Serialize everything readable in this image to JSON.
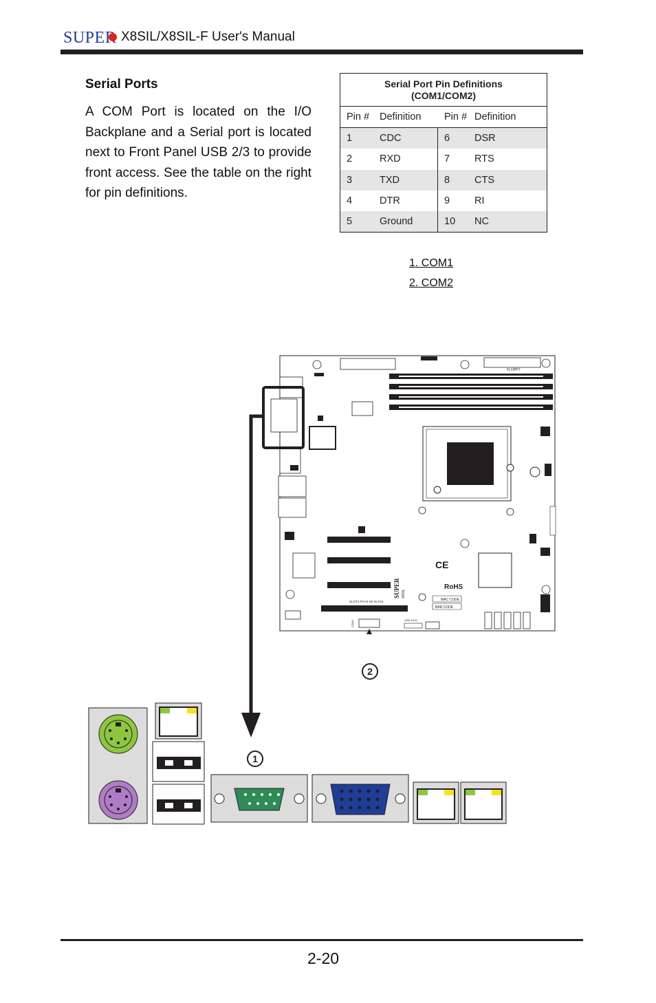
{
  "header": {
    "brand": "SUPER",
    "model_title": "X8SIL/X8SIL-F User's Manual"
  },
  "section": {
    "title": "Serial Ports",
    "paragraph": "A COM Port is located on the I/O Backplane and a Serial port is located next to Front Panel USB 2/3 to provide front access. See the table on the right for pin definitions."
  },
  "pin_table": {
    "caption_line1": "Serial Port Pin Definitions",
    "caption_line2": "(COM1/COM2)",
    "headers": [
      "Pin #",
      "Definition",
      "Pin #",
      "Definition"
    ],
    "rows": [
      [
        "1",
        "CDC",
        "6",
        "DSR"
      ],
      [
        "2",
        "RXD",
        "7",
        "RTS"
      ],
      [
        "3",
        "TXD",
        "8",
        "CTS"
      ],
      [
        "4",
        "DTR",
        "9",
        "RI"
      ],
      [
        "5",
        "Ground",
        "10",
        "NC"
      ]
    ]
  },
  "legend": {
    "items": [
      "1. COM1",
      "2. COM2"
    ]
  },
  "callouts": {
    "one": "1",
    "two": "2"
  },
  "board_labels": {
    "floppy": "FLOPPY",
    "mac_code": "MAC CODE",
    "bar_code": "BAR CODE",
    "rohs": "RoHS",
    "brand": "SUPER",
    "model": "X8SIL",
    "com2": "COM2",
    "usb": "USB 10/11",
    "slot": "SLOT4 PCI-E X8 IN X16"
  },
  "footer": {
    "page_number": "2-20"
  },
  "colors": {
    "brand_blue": "#1f3e98",
    "brand_red": "#e2231a",
    "ps2_keyboard": "#8dc63f",
    "ps2_mouse": "#b07cc6",
    "serial_port": "#2e8b57",
    "vga_port": "#1f3e98",
    "table_alt_row": "#e5e5e6"
  }
}
